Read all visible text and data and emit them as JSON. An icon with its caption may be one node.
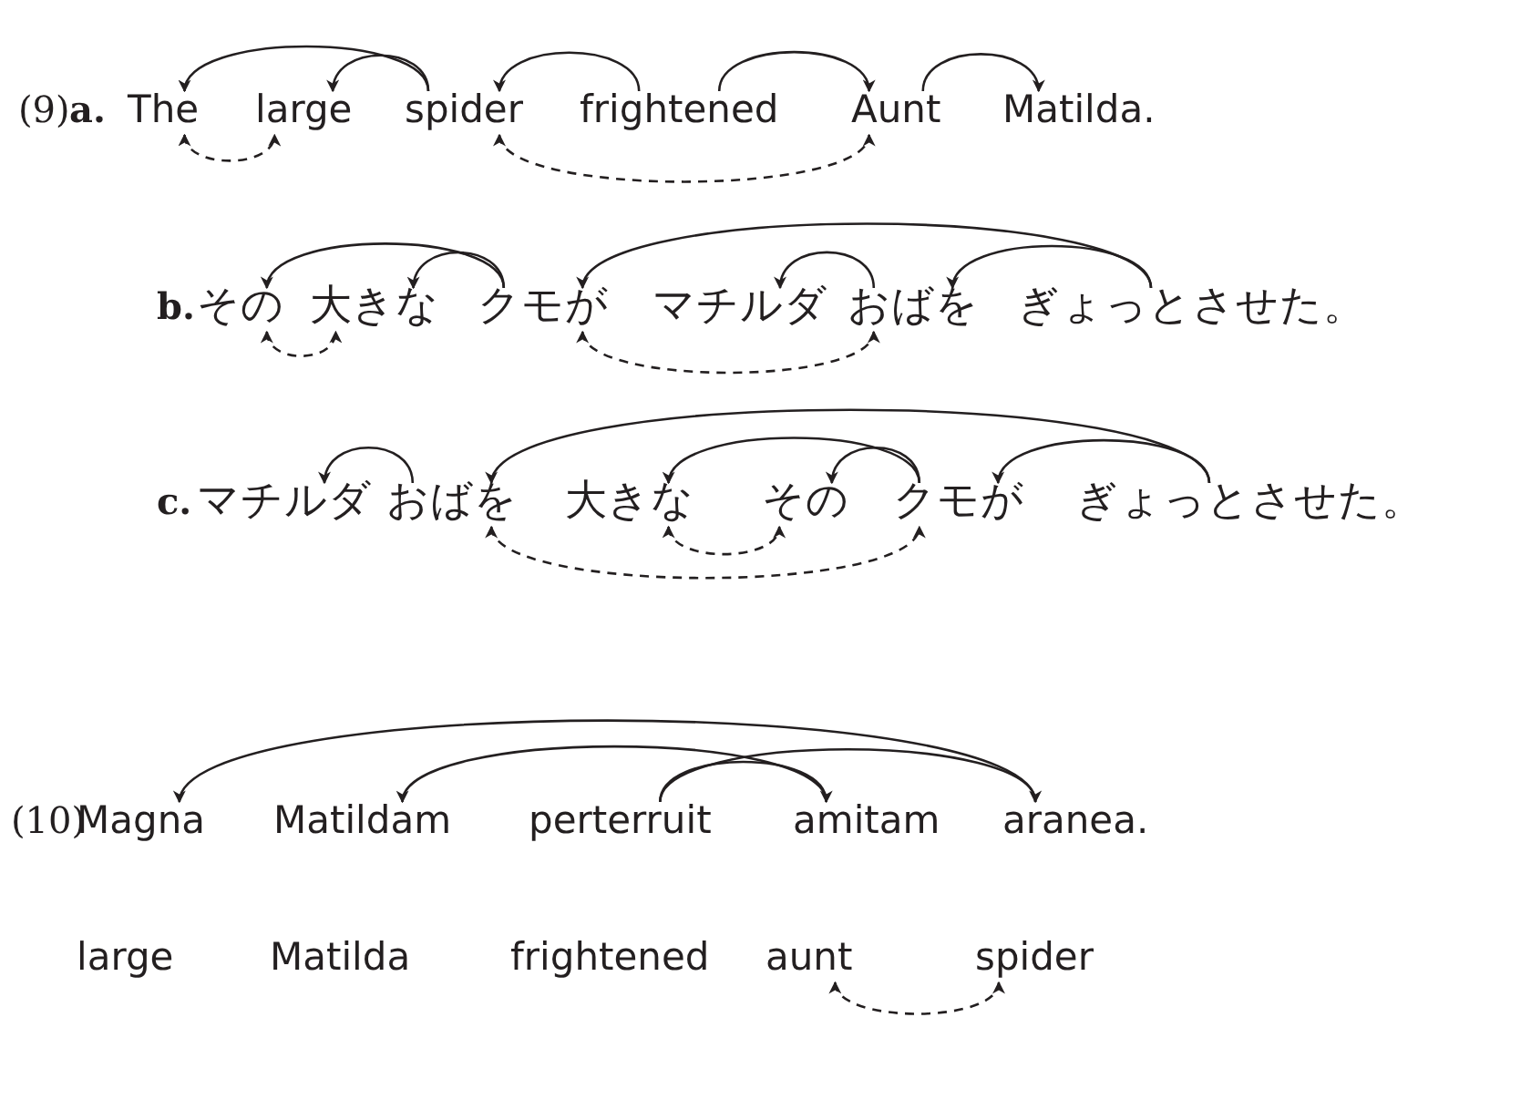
{
  "diagram": {
    "nodes": [
      {
        "text": [
          "The"
        ]
      },
      {
        "text": [
          "large"
        ]
      },
      {
        "text": [
          "spider"
        ]
      },
      {
        "text": [
          "frightened"
        ]
      },
      {
        "text": [
          "Aunt"
        ]
      },
      {
        "text": [
          "Matilda."
        ]
      },
      {
        "text": [
          "その"
        ]
      },
      {
        "text": [
          "大きな"
        ]
      },
      {
        "text": [
          "クモが"
        ]
      },
      {
        "text": [
          "マチルダ"
        ]
      },
      {
        "text": [
          "おばを"
        ]
      },
      {
        "text": [
          "ぎょっとさせた。"
        ]
      },
      {
        "text": [
          "マチルダ"
        ]
      },
      {
        "text": [
          "おばを"
        ]
      },
      {
        "text": [
          "大きな"
        ]
      },
      {
        "text": [
          "その"
        ]
      },
      {
        "text": [
          "クモが"
        ]
      },
      {
        "text": [
          "ぎょっとさせた。"
        ]
      },
      {
        "text": [
          "Magna"
        ]
      },
      {
        "text": [
          "Matildam"
        ]
      },
      {
        "text": [
          "perterruit"
        ]
      },
      {
        "text": [
          "amitam"
        ]
      },
      {
        "text": [
          "aranea."
        ]
      },
      {
        "text": [
          "large"
        ]
      },
      {
        "text": [
          "Matilda"
        ]
      },
      {
        "text": [
          "frightened"
        ]
      },
      {
        "text": [
          "aunt"
        ]
      },
      {
        "text": [
          "spider"
        ]
      }
    ],
    "edges": [
      {
        "from": 2,
        "to": 0,
        "arrow": "to"
      },
      {
        "from": 2,
        "to": 1,
        "arrow": "to"
      },
      {
        "from": 3,
        "to": 2,
        "arrow": "to"
      },
      {
        "from": 3,
        "to": 4,
        "arrow": "to"
      },
      {
        "from": 4,
        "to": 5,
        "arrow": "to"
      },
      {
        "from": 0,
        "to": 1,
        "arrow": "both",
        "style": "dashed"
      },
      {
        "from": 2,
        "to": 4,
        "arrow": "both",
        "style": "dashed"
      },
      {
        "from": 8,
        "to": 6,
        "arrow": "to"
      },
      {
        "from": 8,
        "to": 7,
        "arrow": "to"
      },
      {
        "from": 11,
        "to": 8,
        "arrow": "to"
      },
      {
        "from": 10,
        "to": 9,
        "arrow": "to"
      },
      {
        "from": 11,
        "to": 10,
        "arrow": "to"
      },
      {
        "from": 6,
        "to": 7,
        "arrow": "both",
        "style": "dashed"
      },
      {
        "from": 8,
        "to": 10,
        "arrow": "both",
        "style": "dashed"
      },
      {
        "from": 13,
        "to": 12,
        "arrow": "to"
      },
      {
        "from": 17,
        "to": 13,
        "arrow": "to"
      },
      {
        "from": 16,
        "to": 14,
        "arrow": "to"
      },
      {
        "from": 16,
        "to": 15,
        "arrow": "to"
      },
      {
        "from": 17,
        "to": 16,
        "arrow": "to"
      },
      {
        "from": 13,
        "to": 16,
        "arrow": "both",
        "style": "dashed"
      },
      {
        "from": 14,
        "to": 15,
        "arrow": "both",
        "style": "dashed"
      },
      {
        "from": 22,
        "to": 18,
        "arrow": "to"
      },
      {
        "from": 21,
        "to": 19,
        "arrow": "to"
      },
      {
        "from": 20,
        "to": 22,
        "arrow": "to"
      },
      {
        "from": 20,
        "to": 21,
        "arrow": "to"
      },
      {
        "from": 26,
        "to": 27,
        "arrow": "both",
        "style": "dashed"
      }
    ],
    "labels": [
      "(9)",
      "a.",
      "b.",
      "c.",
      "(10)"
    ]
  }
}
